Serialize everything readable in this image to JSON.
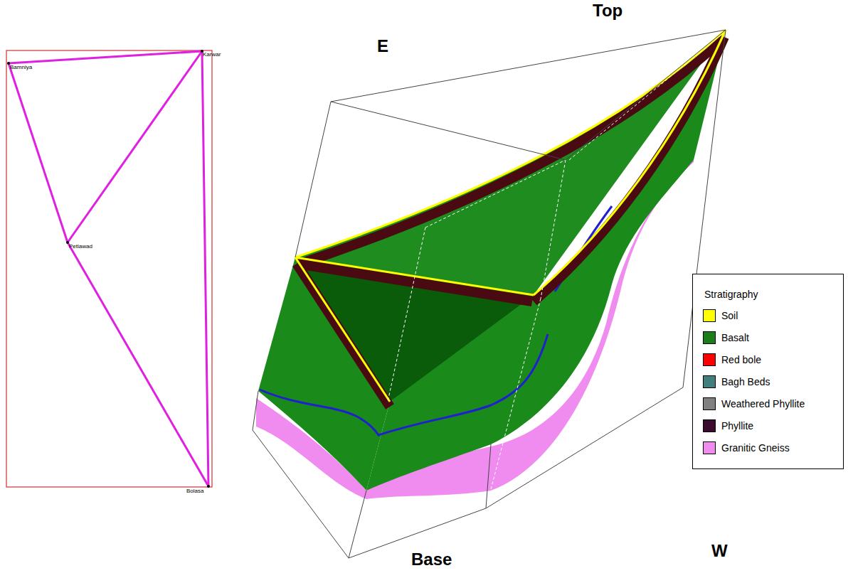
{
  "diagram": {
    "labels": [
      "E",
      "Top",
      "W",
      "Base",
      "Bamniya",
      "Karwar",
      "Petlawad",
      "Bolasa",
      "Stratigraphy"
    ],
    "legend": [
      {
        "text": "Soil",
        "color": "#ffff00"
      },
      {
        "text": "Basalt",
        "color": "#1a7f1a"
      },
      {
        "text": "Red bole",
        "color": "#ff0000"
      },
      {
        "text": "Bagh Beds",
        "color": "#3f7f7f"
      },
      {
        "text": "Weathered Phyllite",
        "color": "#808080"
      },
      {
        "text": "Phyllite",
        "color": "#3a0a30"
      },
      {
        "text": "Granitic  Gneiss",
        "color": "#f08cf0"
      }
    ]
  }
}
